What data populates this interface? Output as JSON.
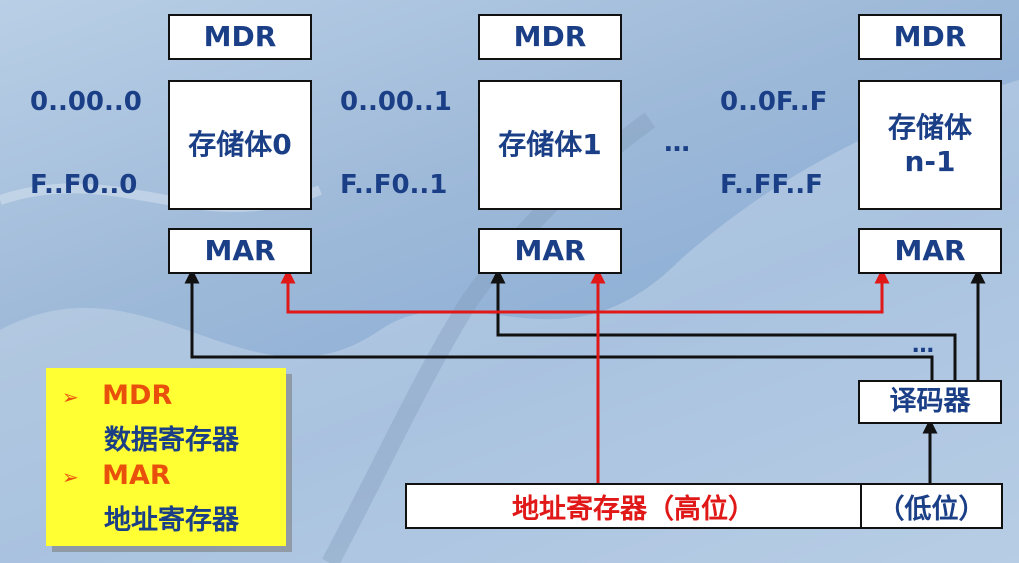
{
  "banks": [
    {
      "name": "存储体0",
      "mdr": "MDR",
      "mar": "MAR",
      "start_addr": "0..00..0",
      "end_addr": "F..F0..0"
    },
    {
      "name": "存储体1",
      "mdr": "MDR",
      "mar": "MAR",
      "start_addr": "0..00..1",
      "end_addr": "F..F0..1"
    },
    {
      "name_line1": "存储体",
      "name_line2": "n-1",
      "mdr": "MDR",
      "mar": "MAR",
      "start_addr": "0..0F..F",
      "end_addr": "F..FF..F"
    }
  ],
  "ellipsis_middle": "…",
  "ellipsis_decoder": "…",
  "decoder": "译码器",
  "address_register": {
    "high": "地址寄存器（高位）",
    "low": "（低位）"
  },
  "legend": {
    "items": [
      {
        "bullet": "➢",
        "abbr": "MDR",
        "desc": "数据寄存器"
      },
      {
        "bullet": "➢",
        "abbr": "MAR",
        "desc": "地址寄存器"
      }
    ]
  },
  "colors": {
    "box_text": "#1b3f86",
    "red_line": "#e01818",
    "legend_bg": "#ffff33",
    "legend_abbr": "#e8500c"
  }
}
